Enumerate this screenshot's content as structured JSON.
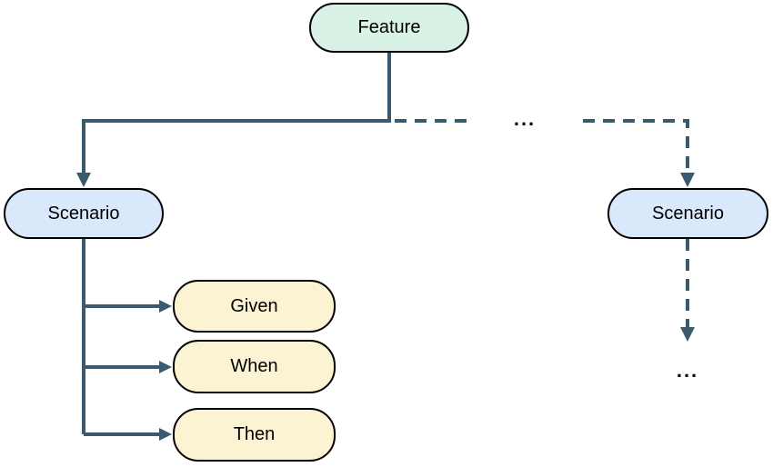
{
  "diagram": {
    "type": "flowchart",
    "nodes": {
      "feature": {
        "label": "Feature",
        "fill": "#d9f2e6"
      },
      "scenario_left": {
        "label": "Scenario",
        "fill": "#dae8fc"
      },
      "scenario_right": {
        "label": "Scenario",
        "fill": "#dae8fc"
      },
      "given": {
        "label": "Given",
        "fill": "#fbf3d1"
      },
      "when": {
        "label": "When",
        "fill": "#fbf3d1"
      },
      "then": {
        "label": "Then",
        "fill": "#fbf3d1"
      }
    },
    "ellipsis": {
      "top": "...",
      "bottom": "..."
    },
    "edges": [
      {
        "from": "feature",
        "to": "scenario_left",
        "style": "solid",
        "arrow": "filled-triangle"
      },
      {
        "from": "feature",
        "to": "scenario_right",
        "style": "dashed",
        "arrow": "filled-triangle",
        "midpoint_label": "..."
      },
      {
        "from": "scenario_left",
        "to": "given",
        "style": "solid",
        "arrow": "filled-triangle"
      },
      {
        "from": "scenario_left",
        "to": "when",
        "style": "solid",
        "arrow": "filled-triangle"
      },
      {
        "from": "scenario_left",
        "to": "then",
        "style": "solid",
        "arrow": "filled-triangle"
      },
      {
        "from": "scenario_right",
        "to": "ellipsis_bottom",
        "style": "dashed",
        "arrow": "filled-triangle"
      }
    ],
    "colors": {
      "connector": "#3a5a6e",
      "node_border": "#000000",
      "text": "#000000",
      "background": "#ffffff",
      "fill_mint": "#d9f2e6",
      "fill_blue": "#dae8fc",
      "fill_yellow": "#fbf3d1"
    }
  }
}
